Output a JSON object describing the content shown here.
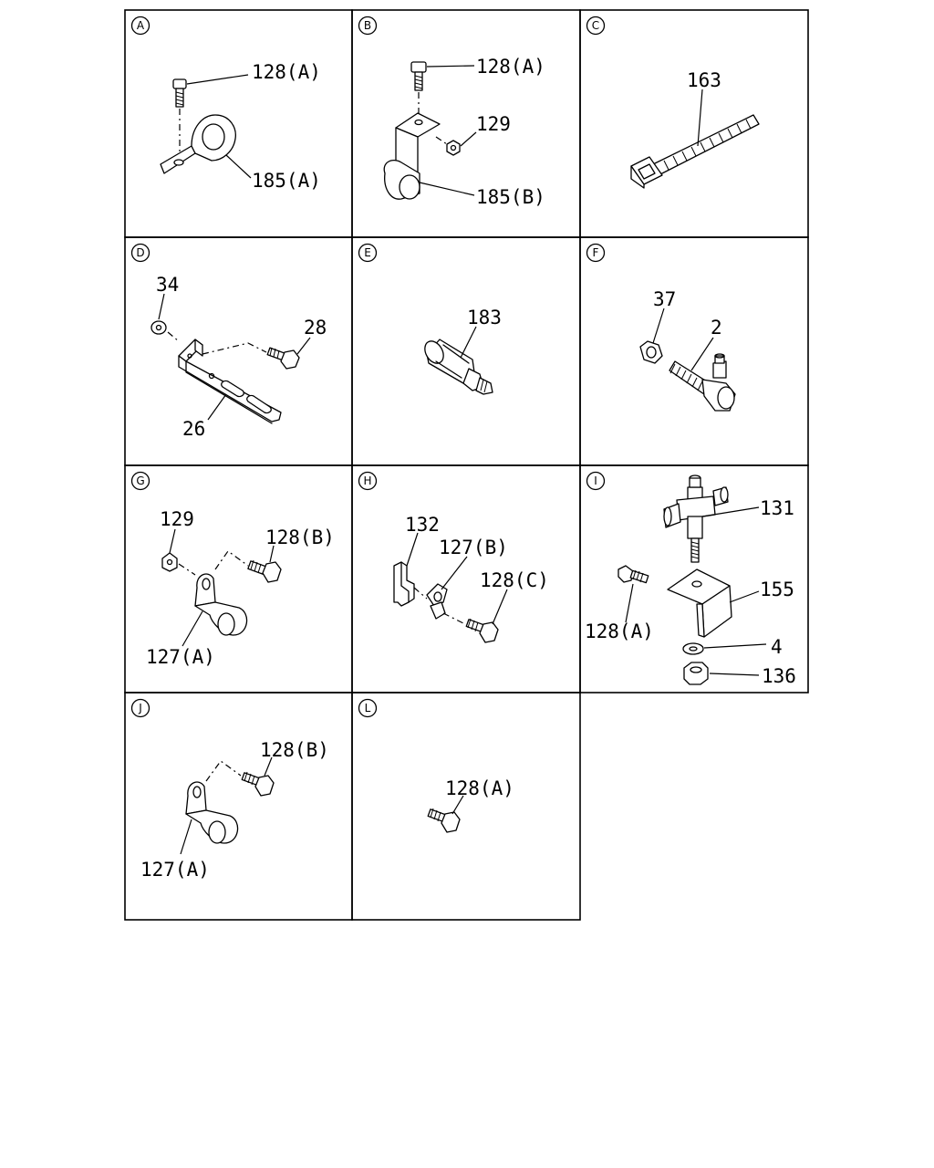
{
  "sections": [
    {
      "letter": "A",
      "callouts": [
        "128(A)",
        "185(A)"
      ]
    },
    {
      "letter": "B",
      "callouts": [
        "128(A)",
        "129",
        "185(B)"
      ]
    },
    {
      "letter": "C",
      "callouts": [
        "163"
      ]
    },
    {
      "letter": "D",
      "callouts": [
        "34",
        "28",
        "26"
      ]
    },
    {
      "letter": "E",
      "callouts": [
        "183"
      ]
    },
    {
      "letter": "F",
      "callouts": [
        "37",
        "2"
      ]
    },
    {
      "letter": "G",
      "callouts": [
        "129",
        "128(B)",
        "127(A)"
      ]
    },
    {
      "letter": "H",
      "callouts": [
        "132",
        "127(B)",
        "128(C)"
      ]
    },
    {
      "letter": "I",
      "callouts": [
        "131",
        "155",
        "128(A)",
        "4",
        "136"
      ]
    },
    {
      "letter": "J",
      "callouts": [
        "128(B)",
        "127(A)"
      ]
    },
    {
      "letter": "L",
      "callouts": [
        "128(A)"
      ]
    }
  ]
}
